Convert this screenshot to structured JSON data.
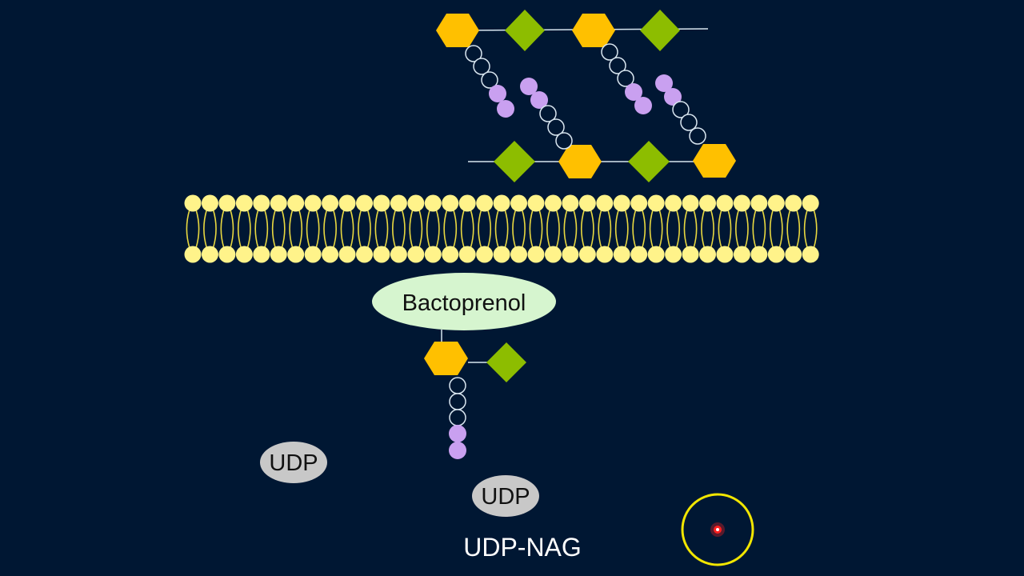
{
  "diagram": {
    "labels": {
      "bactoprenol": "Bactoprenol",
      "udp_left": "UDP",
      "udp_center": "UDP",
      "udp_nag": "UDP-NAG"
    },
    "colors": {
      "background": "#001733",
      "nam_hexagon": "#FFC000",
      "nag_diamond": "#8DBD00",
      "peptide_open": "#001733",
      "peptide_stroke": "#D9E6F0",
      "peptide_filled": "#C9A0F0",
      "lipid_head": "#FFF38A",
      "lipid_tail": "#E8D840",
      "bactoprenol_fill": "#D6F5CF",
      "udp_fill": "#C8C8C8",
      "cursor_ring": "#F2E600",
      "cursor_dot": "#FF2020"
    },
    "icons": {
      "nam": "hexagon",
      "nag": "diamond",
      "cursor": "pointer-highlight-icon"
    }
  }
}
